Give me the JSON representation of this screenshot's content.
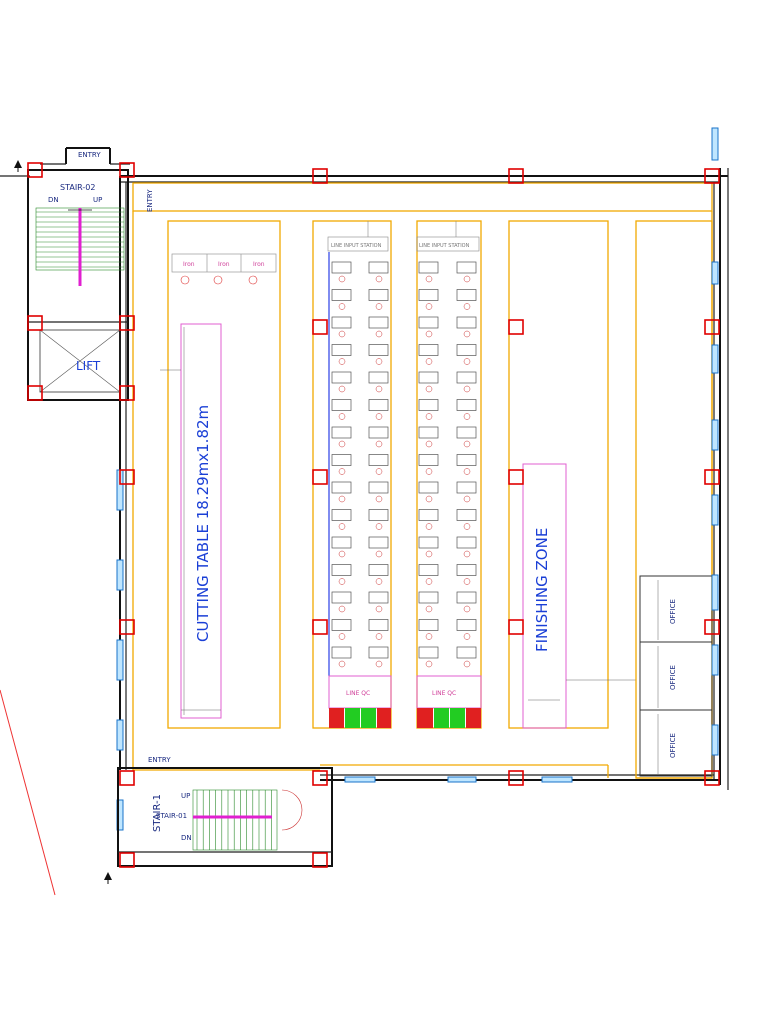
{
  "labels": {
    "entry_top": "ENTRY",
    "entry_side": "ENTRY",
    "entry_bottom": "ENTRY",
    "stair2": "STAIR-02",
    "stair2_dn": "DN",
    "stair2_up": "UP",
    "lift": "LIFT",
    "cutting_table": "CUTTING TABLE 18.29mx1.82m",
    "iron_1": "Iron",
    "iron_2": "Iron",
    "iron_3": "Iron",
    "line_input_1": "LINE INPUT STATION",
    "line_input_2": "LINE INPUT STATION",
    "line_qc_1": "LINE QC",
    "line_qc_2": "LINE QC",
    "finishing_zone": "FINISHING ZONE",
    "office_1": "OFFICE",
    "office_2": "OFFICE",
    "office_3": "OFFICE",
    "stair1": "STAIR-1",
    "stair1_sub": "STAIR-01",
    "stair1_up": "UP",
    "stair1_dn": "DN"
  },
  "colors": {
    "structure_orange": "#f2a900",
    "column_red": "#e00000",
    "window_blue": "#1a73c9",
    "stair_green": "#2a8a2a",
    "furniture_pink": "#e25fd0",
    "qc_red": "#e02020",
    "qc_green": "#22cc22"
  },
  "icons": [
    "north-arrow-icon",
    "lift-cross-icon",
    "stair-direction-icon"
  ]
}
